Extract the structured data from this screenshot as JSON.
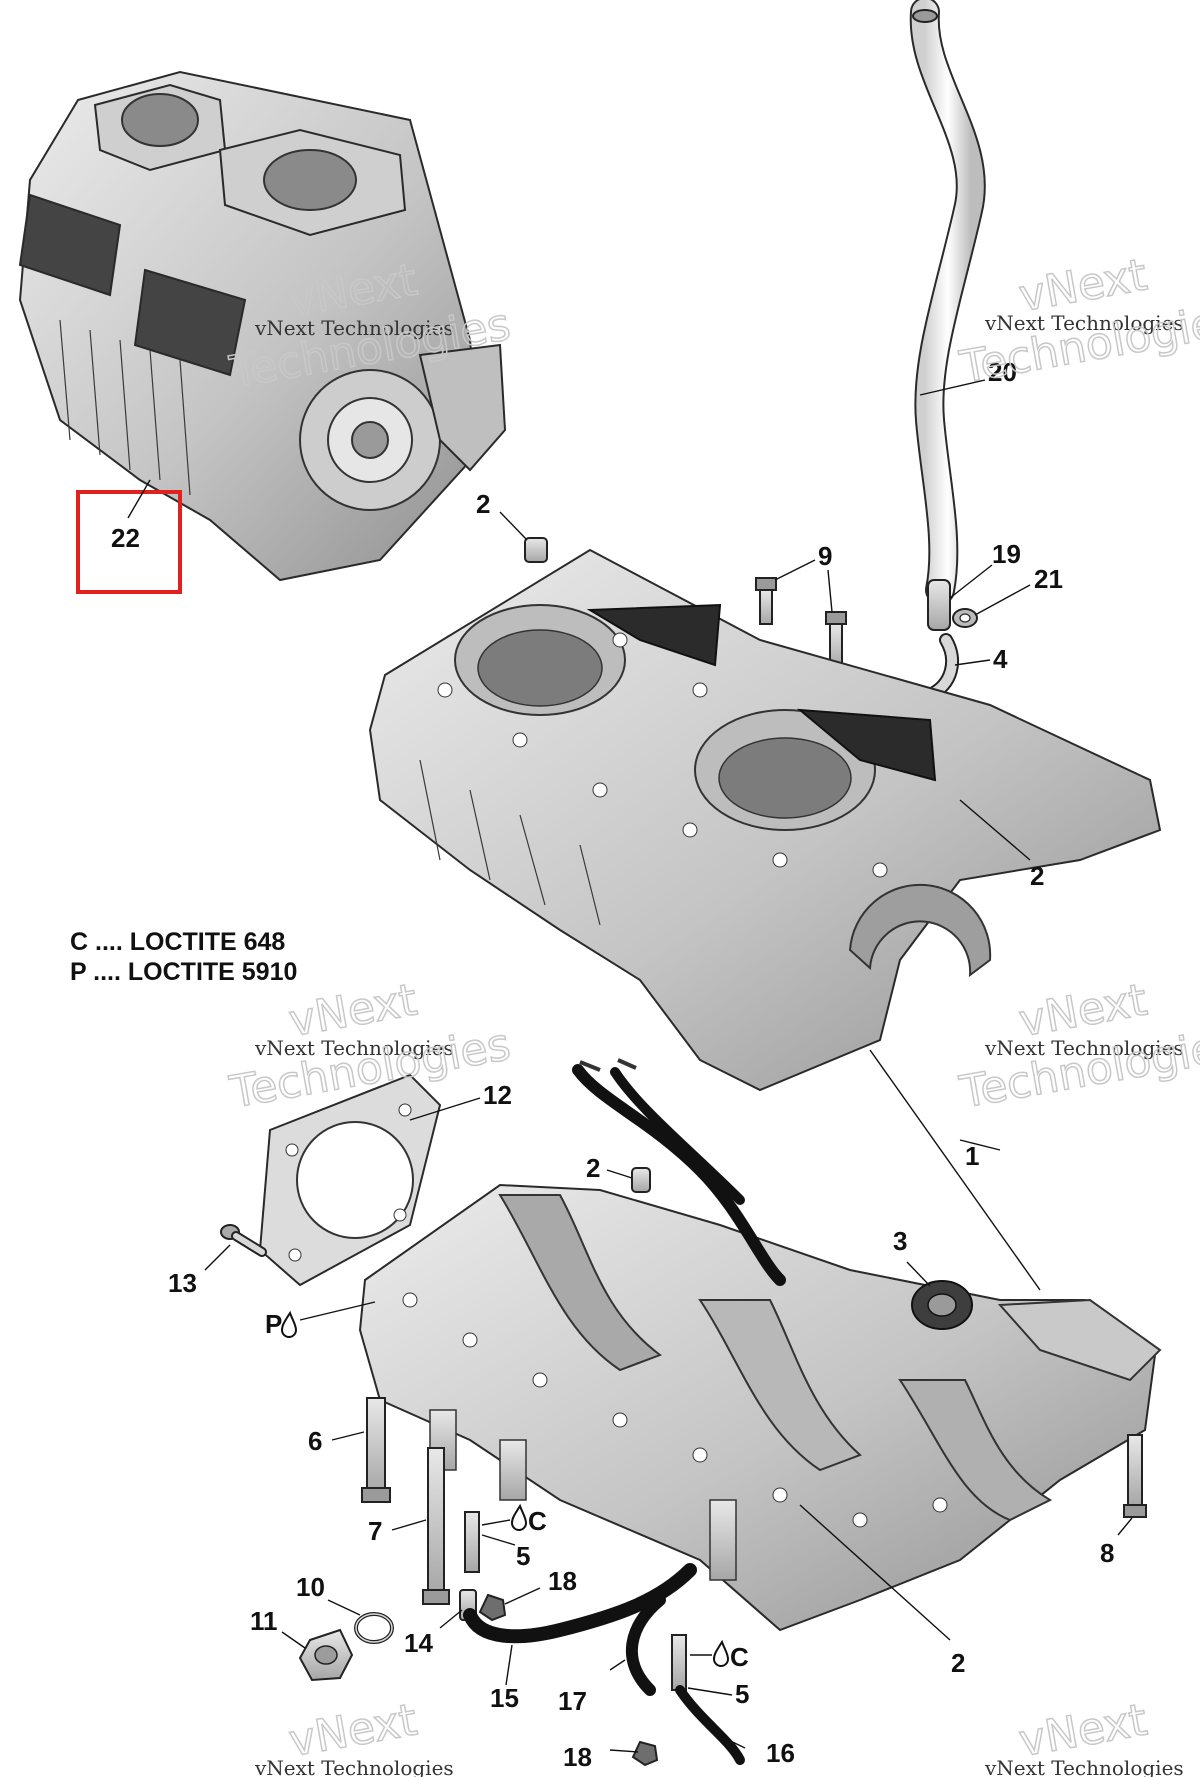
{
  "legend": {
    "line_c": "C .... LOCTITE 648",
    "line_p": "P .... LOCTITE 5910"
  },
  "watermark": {
    "line1": "vNext Technologies",
    "line2": "vNext",
    "line3": "Technologies"
  },
  "callouts": {
    "c1": "1",
    "c2a": "2",
    "c2b": "2",
    "c2c": "2",
    "c2d": "2",
    "c3": "3",
    "c4": "4",
    "c5a": "5",
    "c5b": "5",
    "c6": "6",
    "c7": "7",
    "c8": "8",
    "c9": "9",
    "c10": "10",
    "c11": "11",
    "c12": "12",
    "c13": "13",
    "c14": "14",
    "c15": "15",
    "c16": "16",
    "c17": "17",
    "c18a": "18",
    "c18b": "18",
    "c19": "19",
    "c20": "20",
    "c21": "21",
    "c22": "22"
  },
  "adhesive_marks": {
    "c_mark": "C",
    "p_mark": "P"
  },
  "colors": {
    "highlight_box": "#e0211f",
    "metal_light": "#d9d9d9",
    "metal_mid": "#b5b5b5",
    "metal_dark": "#7a7a7a",
    "hose": "#111111"
  }
}
